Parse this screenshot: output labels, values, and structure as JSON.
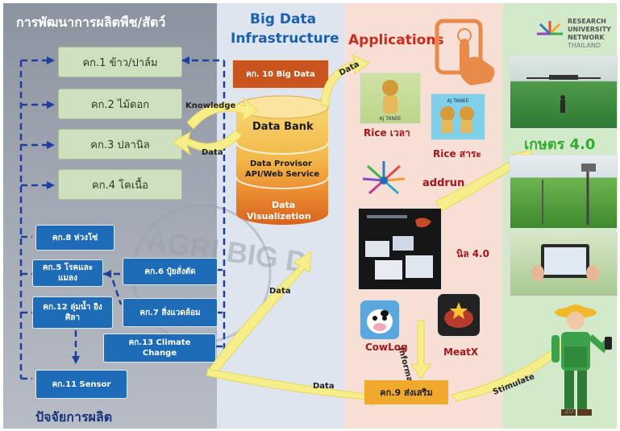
{
  "colors": {
    "left_panel": "#8f96a3",
    "bigdata_panel": "#dde3ee",
    "apps_panel": "#f6ddd4",
    "farm_panel": "#cfe8c6",
    "blue_box": "#1e6bb8",
    "green_box": "#cfe0c0",
    "orange_box": "#c9541e",
    "cylinder_top": "#f6c95f",
    "cylinder_bottom": "#e2782f",
    "arrow_yellow": "#f5ee8a",
    "green_title": "#2eae2e"
  },
  "left": {
    "title": "การพัฒนาการผลิตพืช/สัตว์",
    "footer": "ปัจจัยการผลิต",
    "watermark": "AGRI BIG DATA",
    "crops": [
      "คก.1 ข้าว/ปาล์ม",
      "คก.2 ไม้ดอก",
      "คก.3 ปลานิล",
      "คก.4 โคเนื้อ"
    ],
    "factors": {
      "p8": "คก.8 ห่วงโซ่",
      "p5": "คก.5 โรคและ แมลง",
      "p6": "คก.6 ปุ๋ยสั่งตัด",
      "p12": "คก.12 ลุ่มน้ำ อิงศิลา",
      "p7": "คก.7 สิ่งแวดล้อม",
      "p13": "คก.13 Climate Change",
      "p11": "คก.11 Sensor"
    }
  },
  "bigdata": {
    "title_line1": "Big Data",
    "title_line2": "Infrastructure",
    "project10": "คก. 10 Big Data",
    "databank": "Data Bank",
    "provisor_line1": "Data Provisor",
    "provisor_line2": "API/Web Service",
    "viz_line1": "Data",
    "viz_line2": "Visualizetion"
  },
  "flows": {
    "knowledge": "Knowledge",
    "data_left": "Data",
    "data_up": "Data",
    "data_mid": "Data",
    "data_bottom": "Data",
    "information": "Information",
    "stimulate": "Stimulate"
  },
  "apps": {
    "title": "Applications",
    "rice_time": "Rice เวลา",
    "rice_sara": "Rice สาระ",
    "addrun": "addrun",
    "nin": "นิล 4.0",
    "cowlog": "CowLog",
    "meatx": "MeatX",
    "project9": "คก.9 ส่งเสริม",
    "aj_tanee_1": "AJ TANEE",
    "aj_tanee_2": "AJ TANEE"
  },
  "farm": {
    "logo_line1": "RESEARCH",
    "logo_line2": "UNIVERSITY",
    "logo_line3": "NETWORK",
    "logo_line4": "THAILAND",
    "kaset": "เกษตร 4.0",
    "page_mark": "20"
  }
}
